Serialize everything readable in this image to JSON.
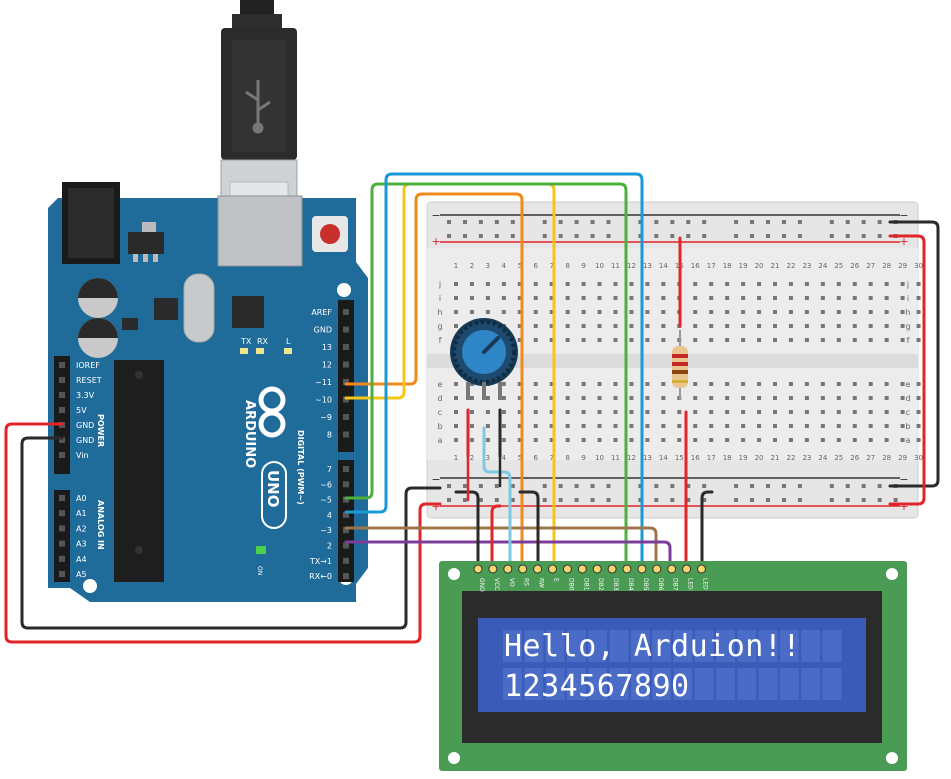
{
  "arduino": {
    "top_header": [
      "AREF",
      "GND",
      "13",
      "12",
      "~11",
      "~10",
      "~9",
      "8"
    ],
    "bottom_header": [
      "7",
      "~6",
      "~5",
      "4",
      "~3",
      "2",
      "TX→1",
      "RX←0"
    ],
    "power_header": [
      "IOREF",
      "RESET",
      "3.3V",
      "5V",
      "GND",
      "GND",
      "Vin"
    ],
    "analog_header": [
      "A0",
      "A1",
      "A2",
      "A3",
      "A4",
      "A5"
    ],
    "power_title": "POWER",
    "analog_title": "ANALOG IN",
    "digital_title": "DIGITAL (PWM~)",
    "brand": "ARDUINO",
    "model": "UNO",
    "led_labels": [
      "TX",
      "RX",
      "L"
    ],
    "on_label": "ON"
  },
  "breadboard": {
    "columns": [
      "1",
      "2",
      "3",
      "4",
      "5",
      "6",
      "7",
      "8",
      "9",
      "10",
      "11",
      "12",
      "13",
      "14",
      "15",
      "16",
      "17",
      "18",
      "19",
      "20",
      "21",
      "22",
      "23",
      "24",
      "25",
      "26",
      "27",
      "28",
      "29",
      "30"
    ],
    "rows_top": [
      "j",
      "i",
      "h",
      "g",
      "f"
    ],
    "rows_bottom": [
      "e",
      "d",
      "c",
      "b",
      "a"
    ],
    "rail_minus": "−",
    "rail_plus": "+"
  },
  "lcd": {
    "pins": [
      "GND",
      "VCC",
      "VO",
      "RS",
      "RW",
      "E",
      "DB0",
      "DB1",
      "DB2",
      "DB3",
      "DB4",
      "DB5",
      "DB6",
      "DB7",
      "LED",
      "LED"
    ],
    "line1": "Hello, Arduion!!",
    "line2": "1234567890",
    "colors": {
      "board": "#4a9b54",
      "frame": "#2b2b2b",
      "screen": "#3a5bb8",
      "text": "#ffffff"
    }
  },
  "colors": {
    "arduino_blue": "#1f6b9a",
    "wire_red": "#e0262a",
    "wire_black": "#2a2a2a",
    "wire_orange": "#f08a1c",
    "wire_yellow": "#f5c518",
    "wire_green": "#4caf3e",
    "wire_blue": "#1a9ad6",
    "wire_brown": "#a0744a",
    "wire_purple": "#7b3d9a",
    "wire_lightblue": "#7ec8e3"
  }
}
